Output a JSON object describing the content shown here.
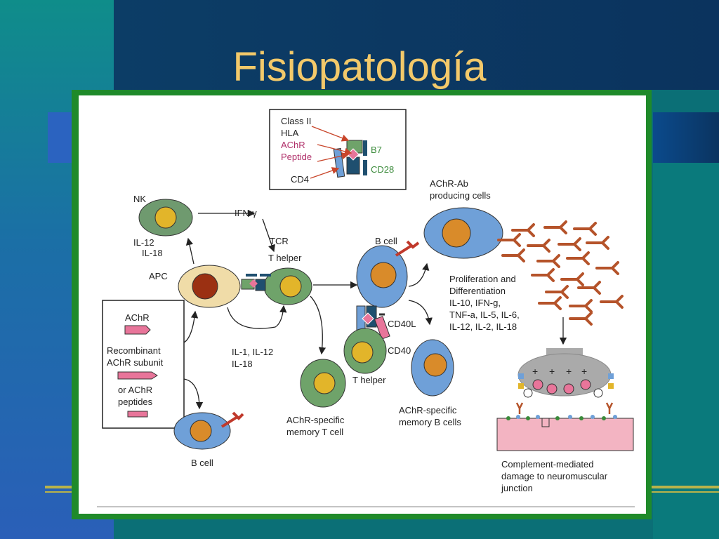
{
  "slide": {
    "title": "Fisiopatología"
  },
  "colors": {
    "title": "#f3c96a",
    "frame": "#1f8a2a",
    "cell_blue": "#6fa0d8",
    "cell_green": "#6fa36a",
    "nucleus_orange": "#d98b2a",
    "nucleus_yellow": "#e2b52a",
    "arrow_red": "#b5532a",
    "pink": "#e8759a"
  },
  "diagram": {
    "inset": {
      "class2": "Class II",
      "hla": "HLA",
      "achr": "AChR",
      "peptide": "Peptide",
      "cd4": "CD4",
      "b7": "B7",
      "cd28": "CD28"
    },
    "nk": "NK",
    "ifn": "IFN-γ",
    "il12_nk": "IL-12",
    "il18_nk": "IL-18",
    "apc": "APC",
    "tcr": "TCR",
    "thelper_top": "T helper",
    "legend": {
      "achr": "AChR",
      "recombinant": "Recombinant",
      "achr_subunit": "AChR subunit",
      "or_achr": "or AChR",
      "peptides": "peptides"
    },
    "b_cell_bottom": "B cell",
    "cytokines_mid": {
      "line1": "IL-1, IL-12",
      "line2": "IL-18"
    },
    "memory_t": {
      "line1": "AChR-specific",
      "line2": "memory T cell"
    },
    "b_cell_mid": "B cell",
    "cd40l": "CD40L",
    "cd40": "CD40",
    "thelper_mid": "T helper",
    "memory_b": {
      "line1": "AChR-specific",
      "line2": "memory B cells"
    },
    "ab_cells": {
      "line1": "AChR-Ab",
      "line2": "producing cells"
    },
    "prolif": {
      "line1": "Proliferation and",
      "line2": "Differentiation",
      "line3": "IL-10, IFN-g,",
      "line4": "TNF-a, IL-5, IL-6,",
      "line5": "IL-12, IL-2, IL-18"
    },
    "complement": {
      "line1": "Complement-mediated",
      "line2": "damage to neuromuscular",
      "line3": "junction"
    }
  }
}
